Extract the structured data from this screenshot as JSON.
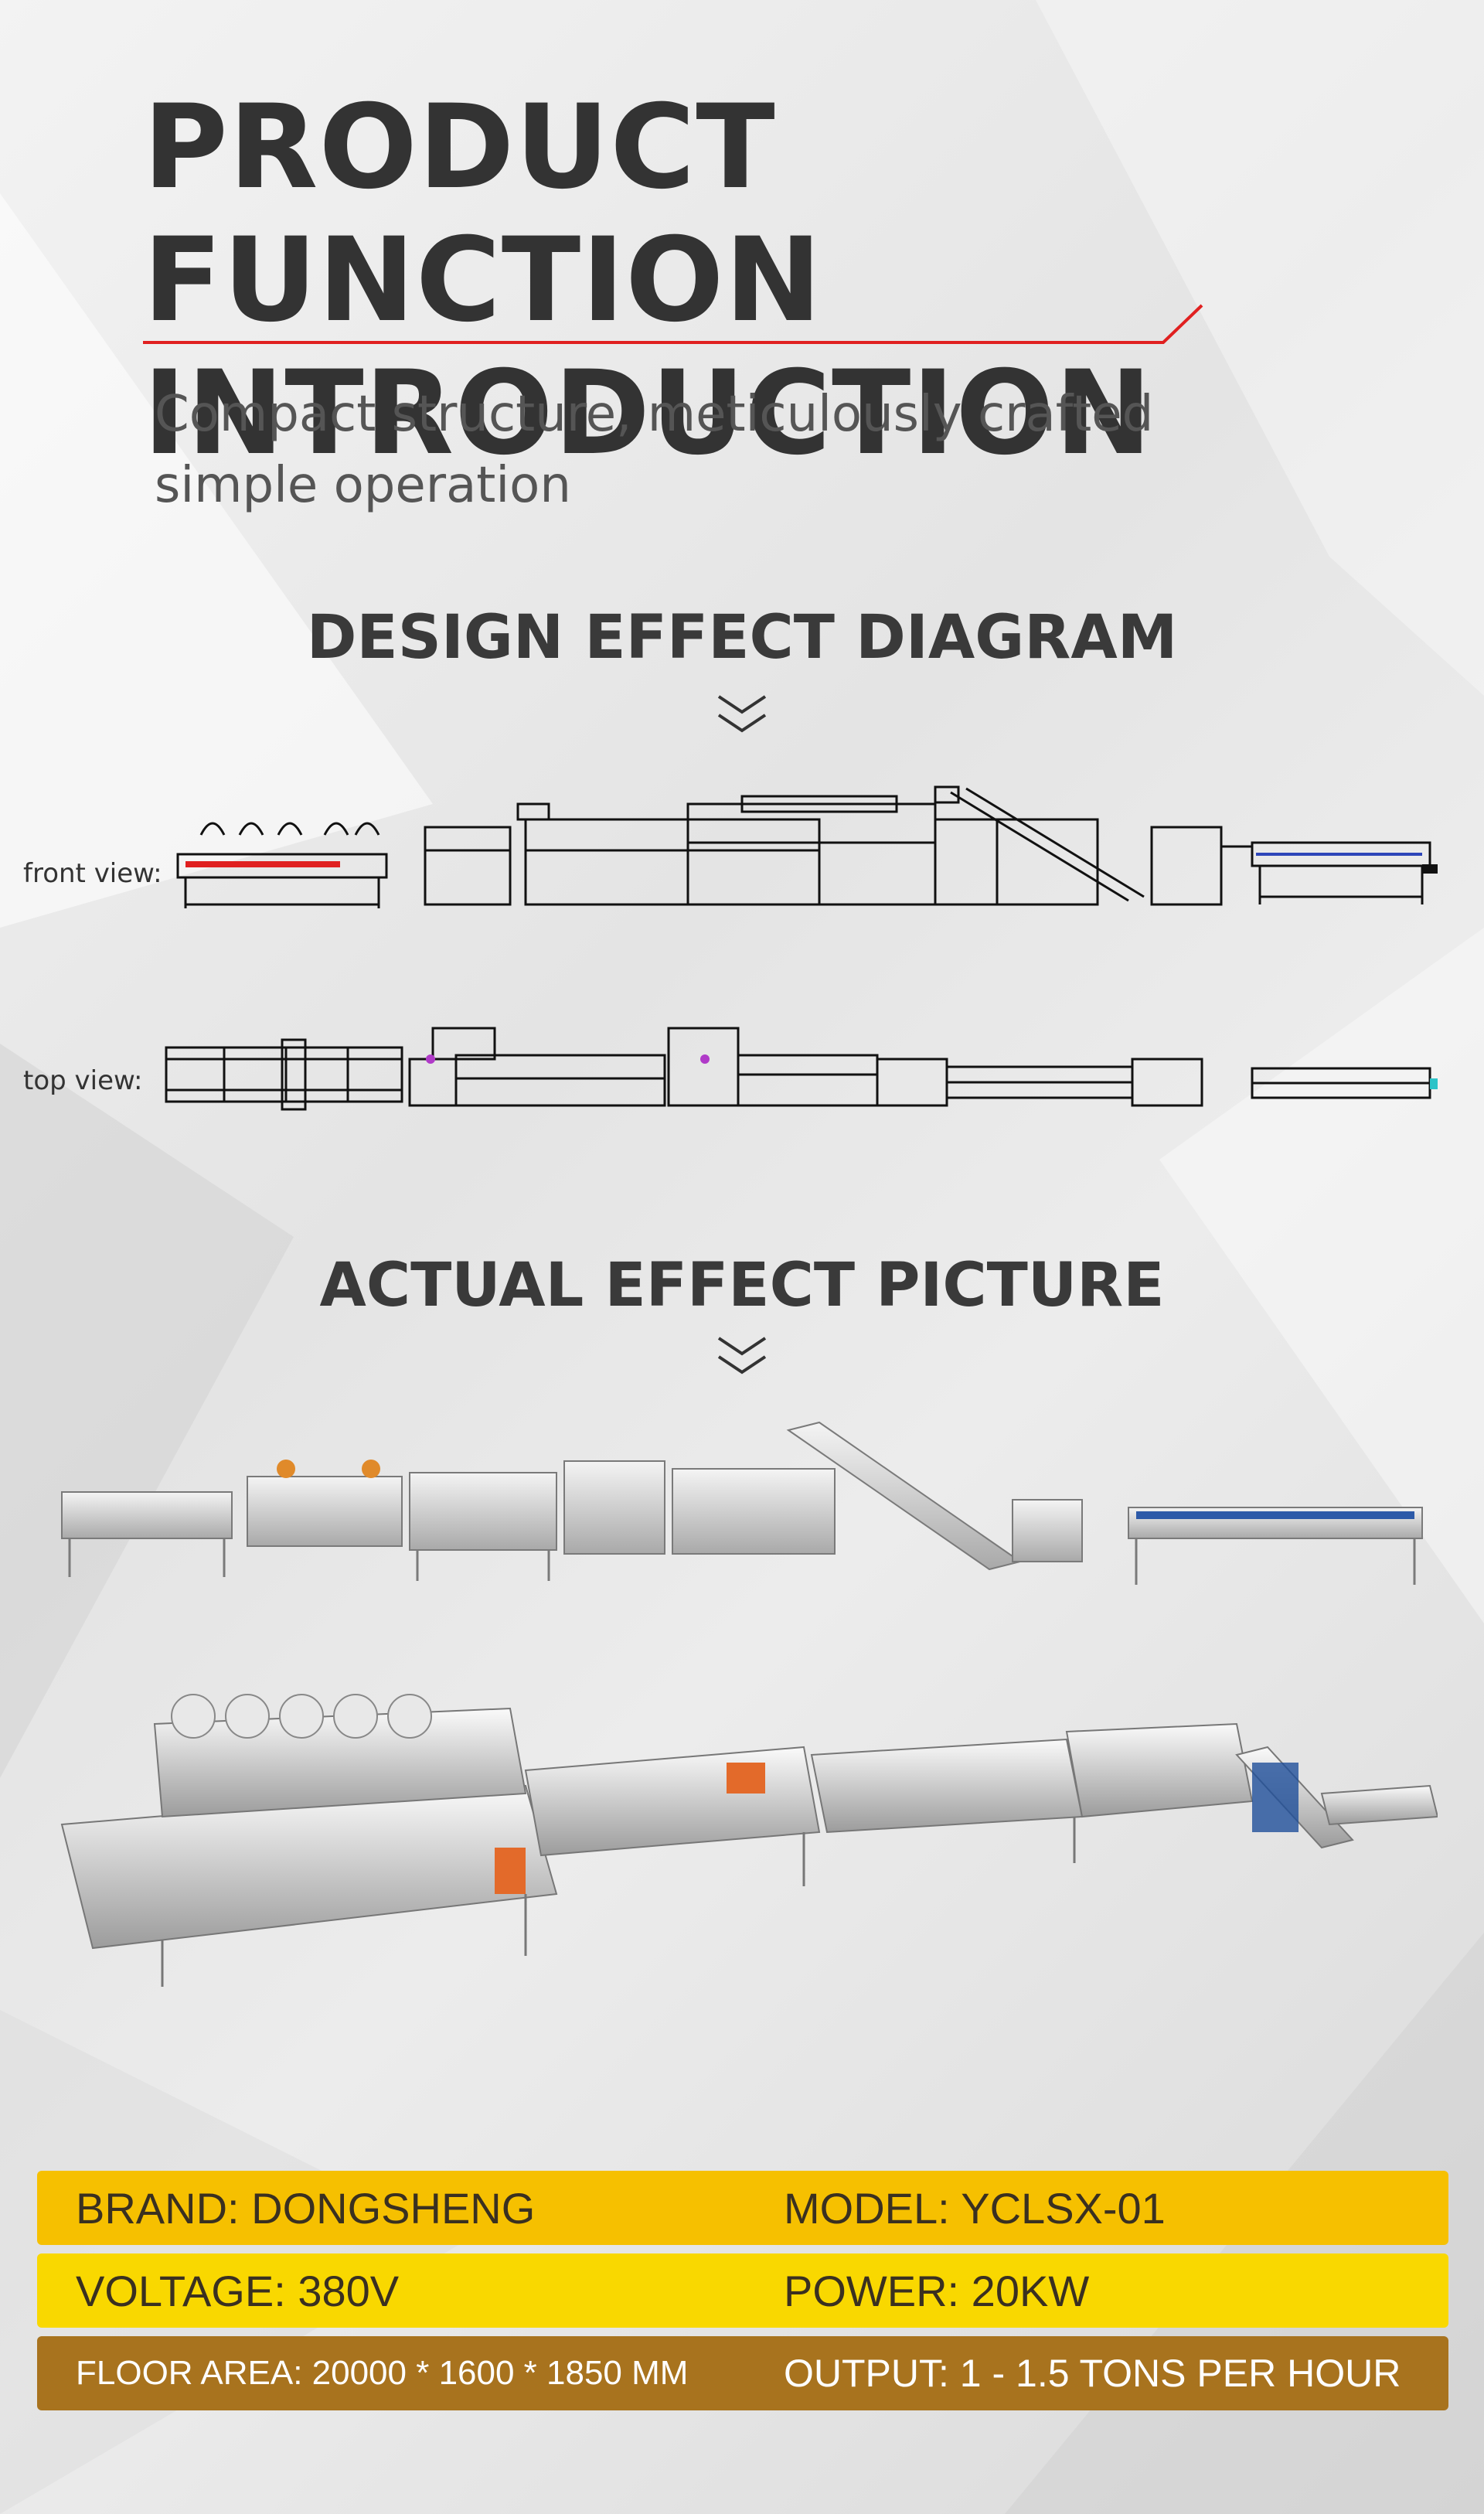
{
  "header": {
    "title_line1": "PRODUCT FUNCTION",
    "title_line2": "INTRODUCTION",
    "subtitle_line1": "Compact structure, meticulously crafted",
    "subtitle_line2": "simple operation"
  },
  "design_section": {
    "title": "DESIGN EFFECT DIAGRAM",
    "front_view_label": "front view:",
    "top_view_label": "top view:"
  },
  "actual_section": {
    "title": "ACTUAL EFFECT PICTURE"
  },
  "specs": {
    "brand": "BRAND: DONGSHENG",
    "model": "MODEL: YCLSX-01",
    "voltage": "VOLTAGE: 380V",
    "power": "POWER: 20KW",
    "floor_area": "FLOOR AREA: 20000 * 1600 * 1850 MM",
    "output": "OUTPUT: 1 - 1.5 TONS PER HOUR"
  },
  "colors": {
    "accent_red": "#e02020",
    "bar1": "#f6c000",
    "bar2": "#f9d800",
    "bar3": "#a8731e"
  }
}
